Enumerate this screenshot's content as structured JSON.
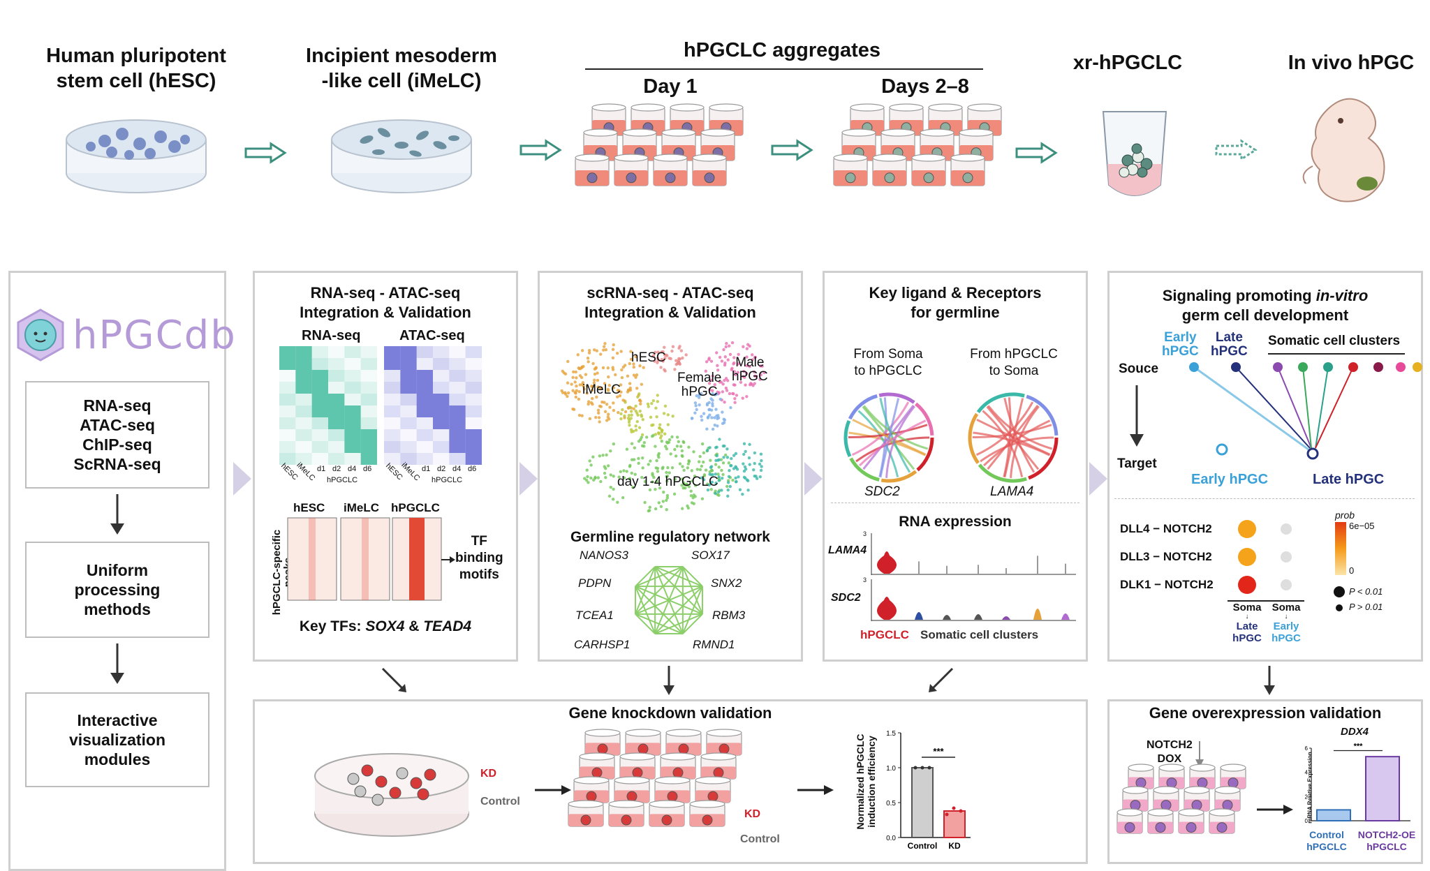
{
  "top_stages": [
    {
      "line1": "Human pluripotent",
      "line2": "stem cell (hESC)"
    },
    {
      "line1": "Incipient mesoderm",
      "line2": "-like cell (iMeLC)"
    },
    {
      "line1": "xr-hPGCLC",
      "line2": ""
    },
    {
      "line1": "In vivo hPGC",
      "line2": ""
    }
  ],
  "aggregates": {
    "title": "hPGCLC aggregates",
    "day1": "Day 1",
    "days28": "Days 2–8"
  },
  "logo": {
    "text": "hPGCdb"
  },
  "workflow": {
    "box1": [
      "RNA-seq",
      "ATAC-seq",
      "ChIP-seq",
      "ScRNA-seq"
    ],
    "box2": [
      "Uniform",
      "processing",
      "methods"
    ],
    "box3": [
      "Interactive",
      "visualization",
      "modules"
    ]
  },
  "panel1": {
    "title1": "RNA-seq - ATAC-seq",
    "title2": "Integration & Validation",
    "rna_label": "RNA-seq",
    "atac_label": "ATAC-seq",
    "ticks": {
      "hesc": "hESC",
      "imelc": "iMeLC",
      "d1": "d1",
      "d2": "d2",
      "d4": "d4",
      "d6": "d6",
      "group": "hPGCLC"
    },
    "heat_cols": [
      "hESC",
      "iMeLC",
      "hPGCLC"
    ],
    "ylabel1": "hPGCLC-specific",
    "ylabel2": "peaks",
    "tf1": "TF",
    "tf2": "binding",
    "tf3": "motifs",
    "key_prefix": "Key TFs: ",
    "key_tf1": "SOX4",
    "key_amp": " & ",
    "key_tf2": "TEAD4"
  },
  "panel2": {
    "title1": "scRNA-seq - ATAC-seq",
    "title2": "Integration & Validation",
    "clusters": {
      "hesc": "hESC",
      "imelc": "iMeLC",
      "male1": "Male",
      "male2": "hPGC",
      "female1": "Female",
      "female2": "hPGC",
      "day": "day 1-4 hPGCLC"
    },
    "network_title": "Germline regulatory network",
    "genes": [
      "NANOS3",
      "SOX17",
      "PDPN",
      "SNX2",
      "TCEA1",
      "RBM3",
      "CARHSP1",
      "RMND1"
    ]
  },
  "panel3": {
    "title1": "Key ligand & Receptors",
    "title2": "for germline",
    "left1": "From Soma",
    "left2": "to hPGCLC",
    "right1": "From hPGCLC",
    "right2": "to Soma",
    "gene_left": "SDC2",
    "gene_right": "LAMA4",
    "rna_title": "RNA expression",
    "violin_genes": [
      "LAMA4",
      "SDC2"
    ],
    "violin_tick": "3",
    "xlab_hpgclc": "hPGCLC",
    "xlab_somatic": "Somatic cell clusters"
  },
  "panel4": {
    "title1": "Signaling promoting ",
    "title_it": "in-vitro",
    "title2": "germ cell development",
    "early": [
      "Early",
      "hPGC"
    ],
    "late": [
      "Late",
      "hPGC"
    ],
    "somatic": "Somatic cell clusters",
    "souce": "Souce",
    "target": "Target",
    "early_target": "Early hPGC",
    "late_target": "Late hPGC",
    "pairs": [
      "DLL4 − NOTCH2",
      "DLL3 − NOTCH2",
      "DLK1 − NOTCH2"
    ],
    "prob_label": "prob",
    "prob_max": "6e−05",
    "prob_min": "0",
    "p_lt": "P < 0.01",
    "p_gt": "P > 0.01",
    "col1": [
      "Soma",
      "Late",
      "hPGC"
    ],
    "col2": [
      "Soma",
      "Early",
      "hPGC"
    ]
  },
  "knockdown": {
    "title": "Gene knockdown validation",
    "kd": "KD",
    "control": "Control",
    "ylabel1": "Normalized hPGCLC",
    "ylabel2": "induction efficiency",
    "sig": "***",
    "yticks": [
      "1.5",
      "1.0",
      "0.5",
      "0.0"
    ]
  },
  "overexp": {
    "title": "Gene overexpression validation",
    "notch1": "NOTCH2",
    "notch2": "DOX",
    "gene": "DDX4",
    "sig": "***",
    "ylabel": "mRNA Relative Expression",
    "yticks": [
      "6",
      "4",
      "2",
      "0"
    ],
    "bar1": [
      "Control",
      "hPGCLC"
    ],
    "bar2": [
      "NOTCH2-OE",
      "hPGCLC"
    ]
  },
  "chart_data": [
    {
      "type": "bar",
      "categories": [
        "Control",
        "KD"
      ],
      "values": [
        1.0,
        0.38
      ],
      "title": "",
      "xlabel": "",
      "ylabel": "Normalized hPGCLC induction efficiency",
      "ylim": [
        0,
        1.5
      ]
    },
    {
      "type": "bar",
      "categories": [
        "Control hPGCLC",
        "NOTCH2-OE hPGCLC"
      ],
      "values": [
        0.9,
        5.3
      ],
      "title": "DDX4",
      "xlabel": "",
      "ylabel": "mRNA Relative Expression",
      "ylim": [
        0,
        6
      ]
    }
  ],
  "colors": {
    "arrow_teal": "#3c8f7f",
    "chevron": "#d6d0e6",
    "panel_border": "#cfcfcf",
    "purple": "#9b7fc4"
  }
}
